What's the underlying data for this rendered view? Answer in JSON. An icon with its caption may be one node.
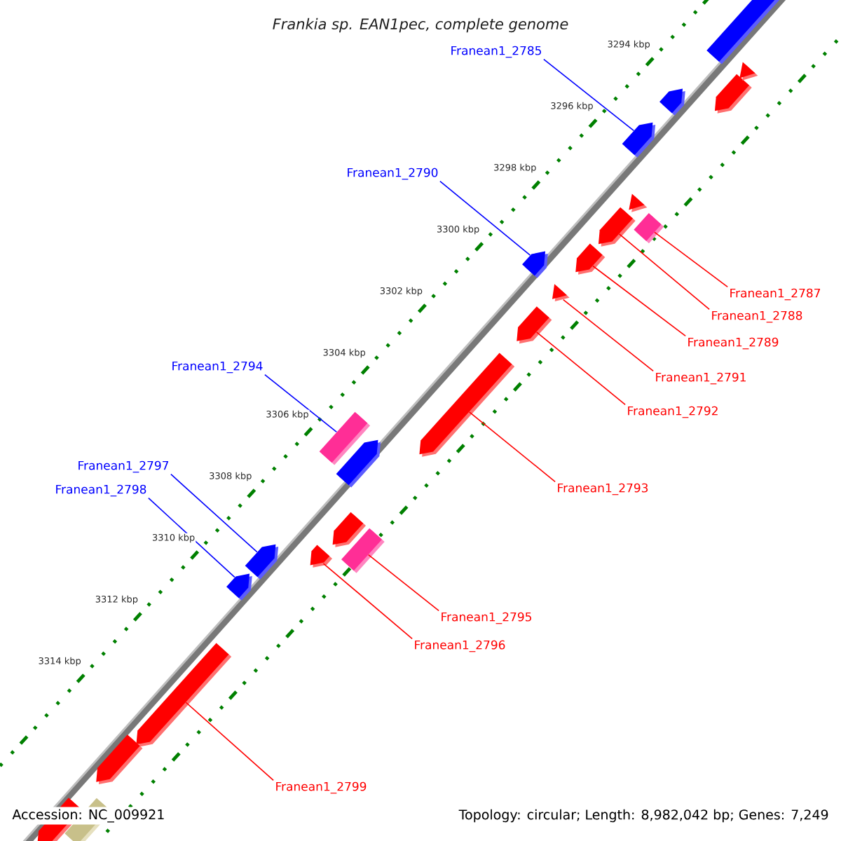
{
  "diagram": {
    "title": "Frankia sp. EAN1pec, complete genome",
    "nodes": [
      {
        "text": [
          "Franean1_2785"
        ]
      },
      {
        "text": [
          "Franean1_2790"
        ]
      },
      {
        "text": [
          "Franean1_2794"
        ]
      },
      {
        "text": [
          "Franean1_2797"
        ]
      },
      {
        "text": [
          "Franean1_2798"
        ]
      },
      {
        "text": [
          "Franean1_2787"
        ]
      },
      {
        "text": [
          "Franean1_2788"
        ]
      },
      {
        "text": [
          "Franean1_2789"
        ]
      },
      {
        "text": [
          "Franean1_2791"
        ]
      },
      {
        "text": [
          "Franean1_2792"
        ]
      },
      {
        "text": [
          "Franean1_2793"
        ]
      },
      {
        "text": [
          "Franean1_2795"
        ]
      },
      {
        "text": [
          "Franean1_2796"
        ]
      },
      {
        "text": [
          "Franean1_2799"
        ]
      },
      {
        "text": [],
        "shape": "pentagon"
      },
      {
        "text": [],
        "shape": "pentagon"
      },
      {
        "text": [],
        "shape": "box"
      },
      {
        "text": [],
        "shape": "pentagon"
      },
      {
        "text": [],
        "shape": "pentagon"
      },
      {
        "text": [],
        "shape": "box"
      },
      {
        "text": [],
        "shape": "pentagon"
      },
      {
        "text": [],
        "shape": "pentagon"
      },
      {
        "text": [],
        "shape": "triangle"
      },
      {
        "text": [],
        "shape": "pentagon"
      },
      {
        "text": [],
        "shape": "pentagon"
      },
      {
        "text": [],
        "shape": "box"
      },
      {
        "text": [],
        "shape": "pentagon"
      },
      {
        "text": [],
        "shape": "pentagon"
      },
      {
        "text": [],
        "shape": "pentagon"
      },
      {
        "text": [],
        "shape": "pentagon"
      },
      {
        "text": [],
        "shape": "pentagon"
      },
      {
        "text": [],
        "shape": "pentagon"
      },
      {
        "text": [],
        "shape": "triangle"
      },
      {
        "text": [],
        "shape": "triangle"
      },
      {
        "text": [],
        "shape": "pentagon"
      },
      {
        "text": [],
        "shape": "pentagon"
      },
      {
        "text": [],
        "shape": "pentagon"
      },
      {
        "text": [],
        "shape": "box"
      }
    ],
    "edges": [
      {
        "from": 0,
        "to": 14,
        "arrow": "none",
        "color": "#0000ff"
      },
      {
        "from": 1,
        "to": 15,
        "arrow": "none",
        "color": "#0000ff"
      },
      {
        "from": 2,
        "to": 16,
        "arrow": "none",
        "color": "#0000ff"
      },
      {
        "from": 3,
        "to": 17,
        "arrow": "none",
        "color": "#0000ff"
      },
      {
        "from": 4,
        "to": 18,
        "arrow": "none",
        "color": "#0000ff"
      },
      {
        "from": 5,
        "to": 19,
        "arrow": "none"
      },
      {
        "from": 6,
        "to": 20,
        "arrow": "none"
      },
      {
        "from": 7,
        "to": 21,
        "arrow": "none"
      },
      {
        "from": 8,
        "to": 22,
        "arrow": "none"
      },
      {
        "from": 9,
        "to": 23,
        "arrow": "none"
      },
      {
        "from": 10,
        "to": 24,
        "arrow": "none"
      },
      {
        "from": 11,
        "to": 25,
        "arrow": "none"
      },
      {
        "from": 12,
        "to": 26,
        "arrow": "none"
      },
      {
        "from": 13,
        "to": 27,
        "arrow": "none"
      }
    ],
    "labels": [
      "3294 kbp",
      "3296 kbp",
      "3298 kbp",
      "3300 kbp",
      "3302 kbp",
      "3304 kbp",
      "3306 kbp",
      "3308 kbp",
      "3310 kbp",
      "3312 kbp",
      "3314 kbp",
      "Accession: NC_009921",
      "Topology: circular; Length: 8,982,042 bp; Genes: 7,249"
    ]
  }
}
